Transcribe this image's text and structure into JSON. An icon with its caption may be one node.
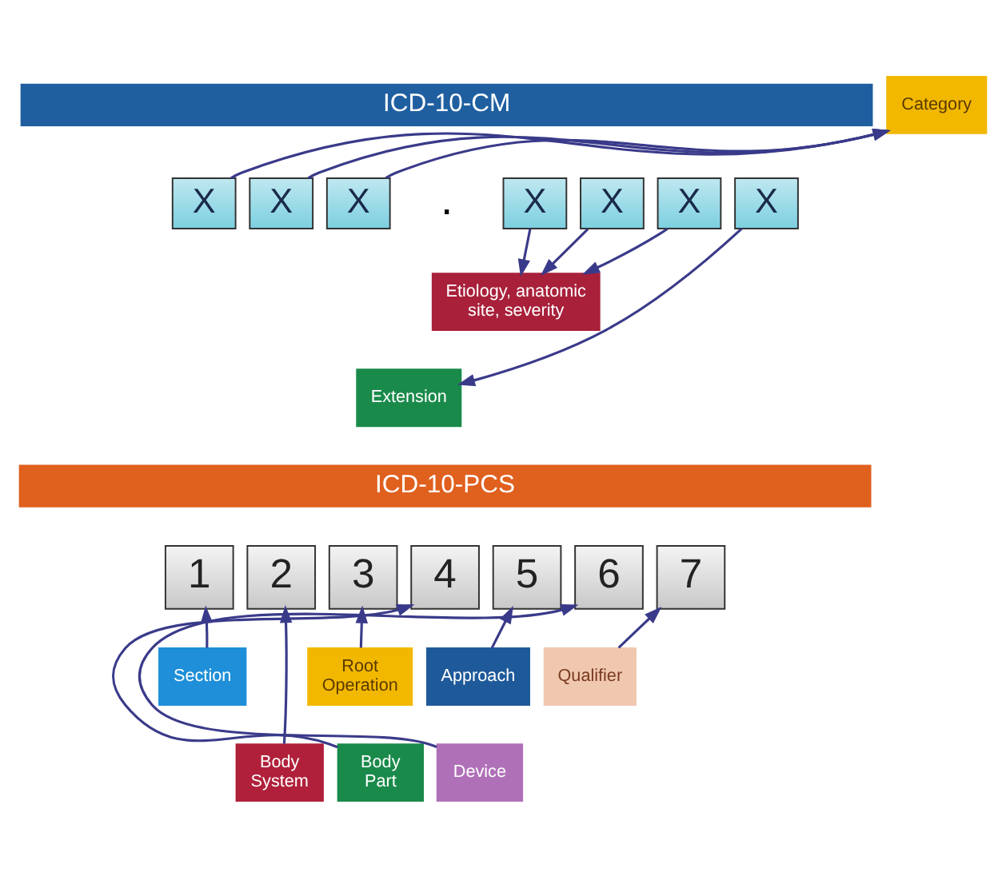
{
  "diagram": {
    "nodes": [
      {
        "text": [
          "ICD-10-CM"
        ]
      },
      {
        "text": [
          "X"
        ]
      },
      {
        "text": [
          "X"
        ]
      },
      {
        "text": [
          "X"
        ]
      },
      {
        "text": [
          "Category"
        ]
      },
      {
        "text": [
          "X"
        ]
      },
      {
        "text": [
          "X"
        ]
      },
      {
        "text": [
          "X"
        ]
      },
      {
        "text": [
          "Etiology, anatomic site, severity"
        ]
      },
      {
        "text": [
          "X"
        ]
      },
      {
        "text": [
          "Extension"
        ]
      },
      {
        "text": [
          "ICD-10-PCS"
        ]
      },
      {
        "text": [
          "1"
        ]
      },
      {
        "text": [
          "2"
        ]
      },
      {
        "text": [
          "3"
        ]
      },
      {
        "text": [
          "4"
        ]
      },
      {
        "text": [
          "5"
        ]
      },
      {
        "text": [
          "6"
        ]
      },
      {
        "text": [
          "7"
        ]
      },
      {
        "text": [
          "Section"
        ]
      },
      {
        "text": [
          "Body System"
        ]
      },
      {
        "text": [
          "Root Operation"
        ]
      },
      {
        "text": [
          "Body Part"
        ]
      },
      {
        "text": [
          "Approach"
        ]
      },
      {
        "text": [
          "Device"
        ]
      },
      {
        "text": [
          "Qualifier"
        ]
      }
    ],
    "edges": [
      {
        "from": 1,
        "to": 4,
        "arrow": "to"
      },
      {
        "from": 2,
        "to": 4,
        "arrow": "to"
      },
      {
        "from": 3,
        "to": 4,
        "arrow": "to"
      },
      {
        "from": 5,
        "to": 8,
        "arrow": "to"
      },
      {
        "from": 6,
        "to": 8,
        "arrow": "to"
      },
      {
        "from": 7,
        "to": 8,
        "arrow": "to"
      },
      {
        "from": 9,
        "to": 10,
        "arrow": "to"
      },
      {
        "from": 19,
        "to": 12,
        "arrow": "to"
      },
      {
        "from": 20,
        "to": 13,
        "arrow": "to"
      },
      {
        "from": 21,
        "to": 14,
        "arrow": "to"
      },
      {
        "from": 22,
        "to": 15,
        "arrow": "to"
      },
      {
        "from": 23,
        "to": 16,
        "arrow": "to"
      },
      {
        "from": 24,
        "to": 17,
        "arrow": "to"
      },
      {
        "from": 25,
        "to": 18,
        "arrow": "to"
      }
    ],
    "labels": [
      "."
    ]
  }
}
